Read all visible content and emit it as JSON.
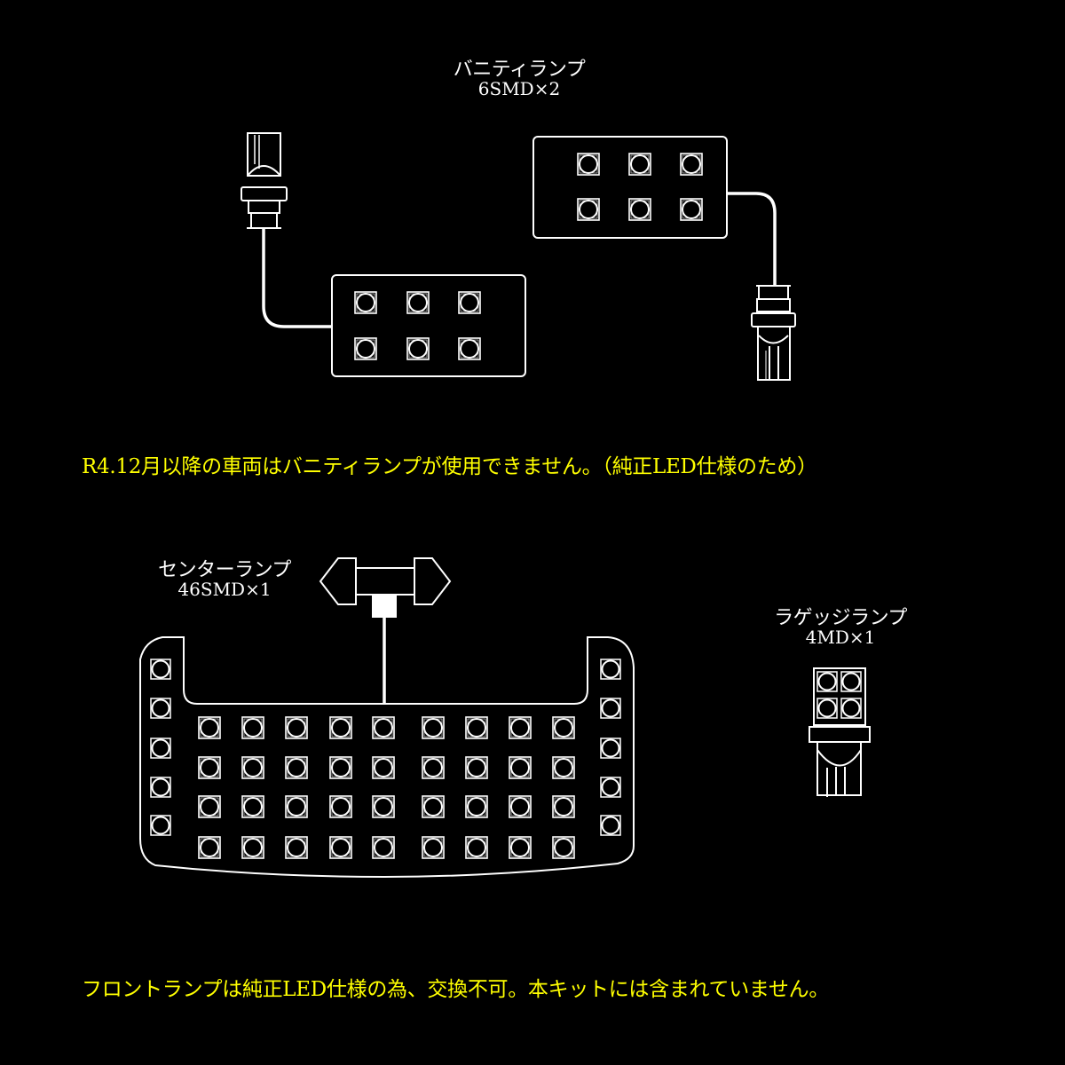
{
  "vanity_lamp": {
    "name": "バニティランプ",
    "count": "6SMD×2"
  },
  "center_lamp": {
    "name": "センターランプ",
    "count": "46SMD×1"
  },
  "luggage_lamp": {
    "name": "ラゲッジランプ",
    "count": "4MD×1"
  },
  "notices": {
    "vanity_notice": "R4.12月以降の車両はバニティランプが使用できません。（純正LED仕様のため）",
    "front_notice": "フロントランプは純正LED仕様の為、交換不可。本キットには含まれていません。"
  },
  "colors": {
    "background": "#000000",
    "line": "#ffffff",
    "notice_text": "#ffff00"
  }
}
